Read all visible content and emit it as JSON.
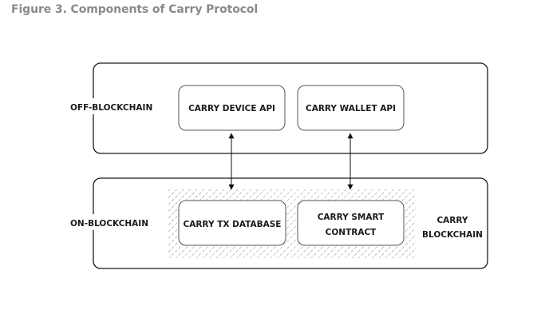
{
  "figure": {
    "caption": "Figure 3. Components of Carry Protocol"
  },
  "layers": {
    "off_chain": {
      "label": "OFF-BLOCKCHAIN"
    },
    "on_chain": {
      "label": "ON-BLOCKCHAIN"
    }
  },
  "components": {
    "device_api": "CARRY DEVICE API",
    "wallet_api": "CARRY WALLET API",
    "tx_database": "CARRY TX DATABASE",
    "smart_contract": {
      "line1": "CARRY SMART",
      "line2": "CONTRACT"
    },
    "blockchain": {
      "line1": "CARRY",
      "line2": "BLOCKCHAIN"
    }
  }
}
